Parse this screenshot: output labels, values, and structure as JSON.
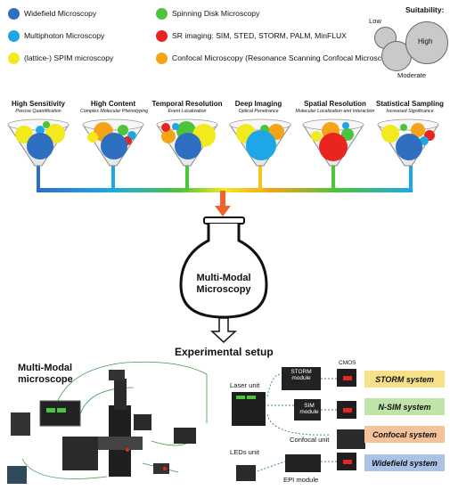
{
  "legend": [
    {
      "label": "Widefield Microscopy",
      "color": "#2f6fc1"
    },
    {
      "label": "Spinning Disk Microscopy",
      "color": "#4cc43c"
    },
    {
      "label": "Multiphoton Microscopy",
      "color": "#1ea7e8"
    },
    {
      "label": "SR imaging: SIM, STED, STORM, PALM, MinFLUX",
      "color": "#e8261f"
    },
    {
      "label": "(lattice-) SPIM microscopy",
      "color": "#f2ea1f"
    },
    {
      "label": "Confocal Microscopy (Resonance Scanning Confocal Microscopy)",
      "color": "#f5a418"
    }
  ],
  "suitability": {
    "title": "Suitability:",
    "low": "Low",
    "moderate": "Moderate",
    "high": "High"
  },
  "categories": [
    {
      "title": "High Sensitivity",
      "subtitle": "Precise Quantification"
    },
    {
      "title": "High Content",
      "subtitle": "Complex Molecular Phenotyping"
    },
    {
      "title": "Temporal Resolution",
      "subtitle": "Event Localization"
    },
    {
      "title": "Deep Imaging",
      "subtitle": "Optical Penetrance"
    },
    {
      "title": "Spatial Resolution",
      "subtitle": "Molecular Localization and Interaction"
    },
    {
      "title": "Statistical Sampling",
      "subtitle": "Increased Significance"
    }
  ],
  "flask_label": "Multi-Modal Microscopy",
  "flask_line1": "Multi-Modal",
  "flask_line2": "Microscopy",
  "setup_title": "Experimental setup",
  "microscope_title_line1": "Multi-Modal",
  "microscope_title_line2": "microscope",
  "units": {
    "laser": "Laser unit",
    "leds": "LEDs unit",
    "storm_module_1": "STORM",
    "storm_module_2": "module",
    "sim_module_1": "SIM",
    "sim_module_2": "module",
    "confocal_unit": "Confocal unit",
    "epi_module": "EPI module",
    "cmos": "CMOS"
  },
  "systems": [
    {
      "label": "STORM system",
      "color": "#f7e08a"
    },
    {
      "label": "N-SIM system",
      "color": "#bfe3a8"
    },
    {
      "label": "Confocal system",
      "color": "#f5c29a"
    },
    {
      "label": "Widefield system",
      "color": "#a9c2e6"
    }
  ]
}
